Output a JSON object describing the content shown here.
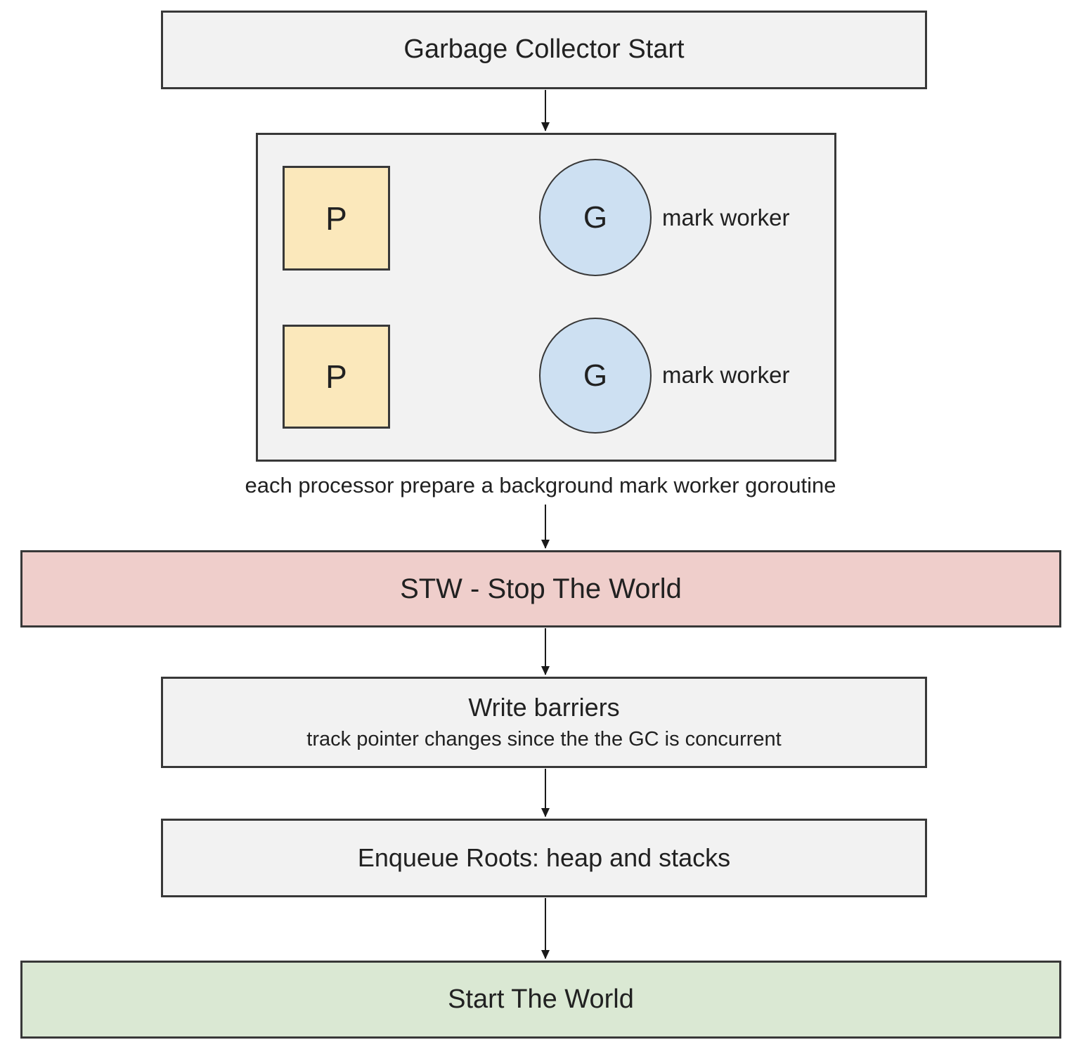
{
  "diagram": {
    "start_node": {
      "label": "Garbage Collector Start"
    },
    "prepare_group": {
      "rows": [
        {
          "processor": "P",
          "goroutine": "G",
          "annotation": "mark worker"
        },
        {
          "processor": "P",
          "goroutine": "G",
          "annotation": "mark worker"
        }
      ],
      "caption": "each processor prepare a background mark worker goroutine"
    },
    "stw_node": {
      "label": "STW - Stop The World"
    },
    "write_barriers_node": {
      "title": "Write barriers",
      "subtitle": "track pointer changes since the the GC is concurrent"
    },
    "enqueue_node": {
      "label": "Enqueue Roots: heap and stacks"
    },
    "start_world_node": {
      "label": "Start The World"
    }
  },
  "colors": {
    "box-gray": "#f2f2f2",
    "box-yellow": "#fbe8bb",
    "box-blue": "#cde0f2",
    "box-pink": "#efcecb",
    "box-green": "#dae8d3",
    "border": "#383838",
    "arrow": "#1a1a1a",
    "text": "#212121"
  }
}
